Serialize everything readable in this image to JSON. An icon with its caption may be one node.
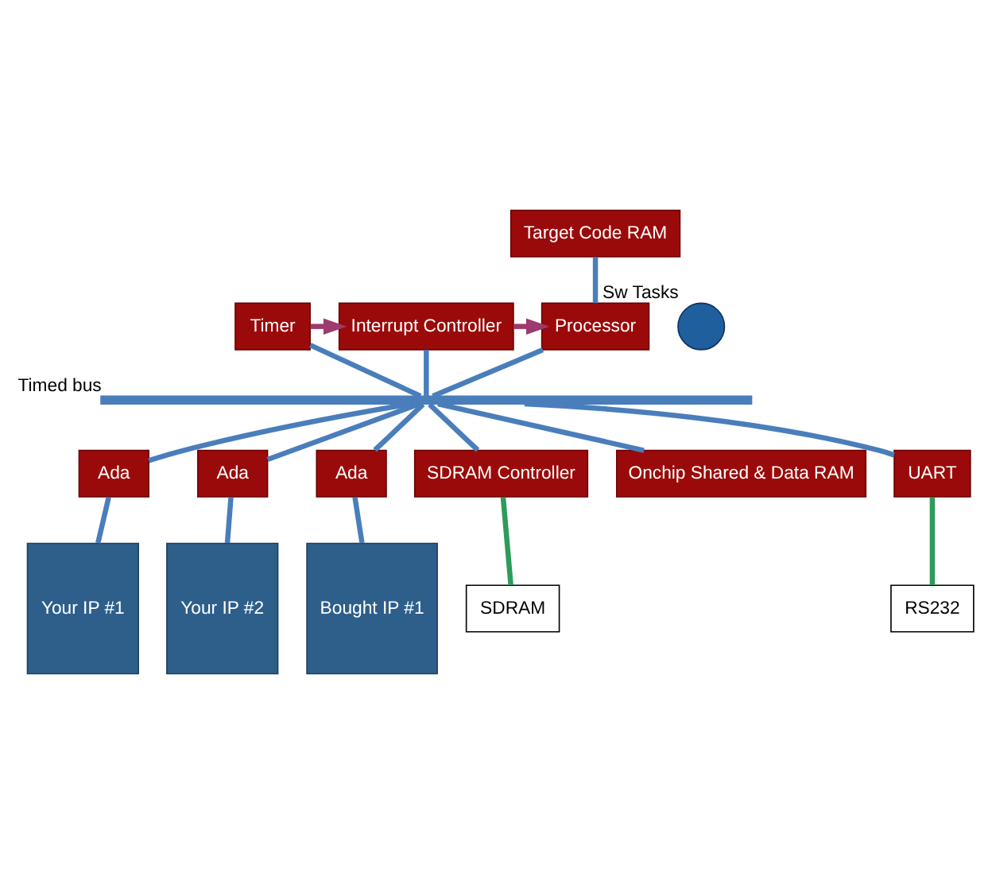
{
  "diagram": {
    "nodes": [
      {
        "text": [
          "Target Code RAM"
        ]
      },
      {
        "text": [
          "Timer"
        ]
      },
      {
        "text": [
          "Interrupt Controller"
        ]
      },
      {
        "text": [
          "Processor"
        ]
      },
      {
        "text": [],
        "shape": "circle",
        "beside": [
          "Sw Tasks"
        ]
      },
      {
        "text": [],
        "shape": "bar",
        "beside": [
          "Timed bus"
        ]
      },
      {
        "text": [
          "Ada"
        ]
      },
      {
        "text": [
          "Ada"
        ]
      },
      {
        "text": [
          "Ada"
        ]
      },
      {
        "text": [
          "SDRAM Controller"
        ]
      },
      {
        "text": [
          "Onchip Shared & Data RAM"
        ]
      },
      {
        "text": [
          "UART"
        ]
      },
      {
        "text": [
          "Your IP #1"
        ]
      },
      {
        "text": [
          "Your IP #2"
        ]
      },
      {
        "text": [
          "Bought IP #1"
        ]
      },
      {
        "text": [
          "SDRAM"
        ]
      },
      {
        "text": [
          "RS232"
        ]
      }
    ],
    "edges": [
      {
        "from": 1,
        "to": 2,
        "arrow": "to",
        "color": "#9c3b6e"
      },
      {
        "from": 2,
        "to": 3,
        "arrow": "to",
        "color": "#9c3b6e"
      },
      {
        "from": 0,
        "to": 3,
        "arrow": "none"
      },
      {
        "from": 1,
        "to": 5,
        "arrow": "none"
      },
      {
        "from": 2,
        "to": 5,
        "arrow": "none"
      },
      {
        "from": 3,
        "to": 5,
        "arrow": "none"
      },
      {
        "from": 5,
        "to": 6,
        "arrow": "none"
      },
      {
        "from": 5,
        "to": 7,
        "arrow": "none"
      },
      {
        "from": 5,
        "to": 8,
        "arrow": "none"
      },
      {
        "from": 5,
        "to": 9,
        "arrow": "none"
      },
      {
        "from": 5,
        "to": 10,
        "arrow": "none"
      },
      {
        "from": 5,
        "to": 11,
        "arrow": "none"
      },
      {
        "from": 6,
        "to": 12,
        "arrow": "none"
      },
      {
        "from": 7,
        "to": 13,
        "arrow": "none"
      },
      {
        "from": 8,
        "to": 14,
        "arrow": "none"
      },
      {
        "from": 9,
        "to": 15,
        "arrow": "none",
        "color": "#2e9b5b"
      },
      {
        "from": 11,
        "to": 16,
        "arrow": "none",
        "color": "#2e9b5b"
      }
    ]
  }
}
